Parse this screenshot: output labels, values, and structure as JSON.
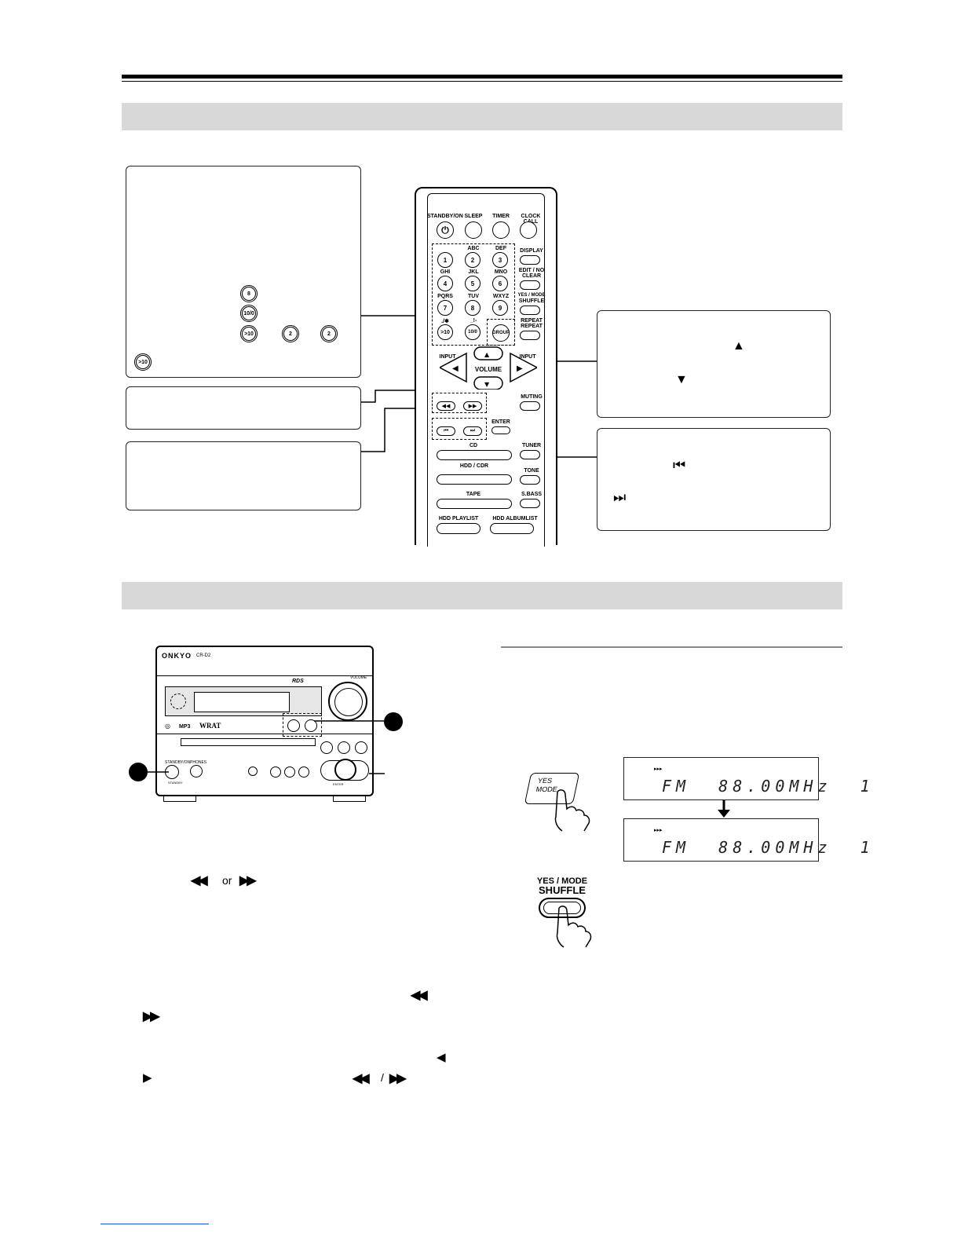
{
  "remote": {
    "top_row": [
      "STANDBY/ON",
      "SLEEP",
      "TIMER",
      "CLOCK CALL"
    ],
    "letters": [
      "ABC",
      "DEF",
      "GHI",
      "JKL",
      "MNO",
      "PQRS",
      "TUV",
      "WXYZ",
      "./✱",
      "_!-"
    ],
    "digits": [
      "1",
      "2",
      "3",
      "4",
      "5",
      "6",
      "7",
      "8",
      "9",
      ">10",
      "10/0"
    ],
    "side": [
      "DISPLAY",
      "EDIT / NO",
      "CLEAR",
      "YES / MODE",
      "SHUFFLE",
      "REPEAT",
      "REPEAT"
    ],
    "group": "GROUP",
    "input_left": "INPUT",
    "input_right": "INPUT",
    "volume": "VOLUME",
    "muting": "MUTING",
    "enter": "ENTER",
    "cd": "CD",
    "tuner": "TUNER",
    "hdd_cdr": "HDD / CDR",
    "tone": "TONE",
    "tape": "TAPE",
    "sbass": "S.BASS",
    "hdd_playlist": "HDD PLAYLIST",
    "hdd_albumlist": "HDD ALBUMLIST"
  },
  "callout1_buttons": {
    "b8": "8",
    "b10": "10/0",
    "bgt10": ">10",
    "b2a": "2",
    "b2b": "2",
    "bgt10b": ">10"
  },
  "unit": {
    "brand": "ONKYO",
    "model": "CR-D2",
    "rds": "RDS",
    "volume": "VOLUME",
    "mp3": "MP3",
    "wrat": "WRAT",
    "standby": "STANDBY/ON",
    "phones": "PHONES",
    "timer": "STANDBY",
    "enter": "ENTER"
  },
  "lcd1": {
    "indicator": "▸▸▸",
    "text": "FM  88.00MHz  1"
  },
  "lcd2": {
    "indicator": "▸▸▸",
    "text": "FM  88.00MHz  1"
  },
  "yesmode_small": "YES MODE",
  "yesmode_big_1": "YES / MODE",
  "yesmode_big_2": "SHUFFLE",
  "body_glyphs": {
    "rew": "◀◀",
    "or": "or",
    "ff": "▶▶",
    "rew2": "◀◀",
    "ff2": "▶▶",
    "left": "◀",
    "right": "▶",
    "rew3": "◀◀",
    "slash": "/",
    "ff3": "▶▶"
  },
  "callout_right_glyphs": {
    "up": "▲",
    "down": "▼",
    "prev": "⏮",
    "next": "⏭"
  }
}
